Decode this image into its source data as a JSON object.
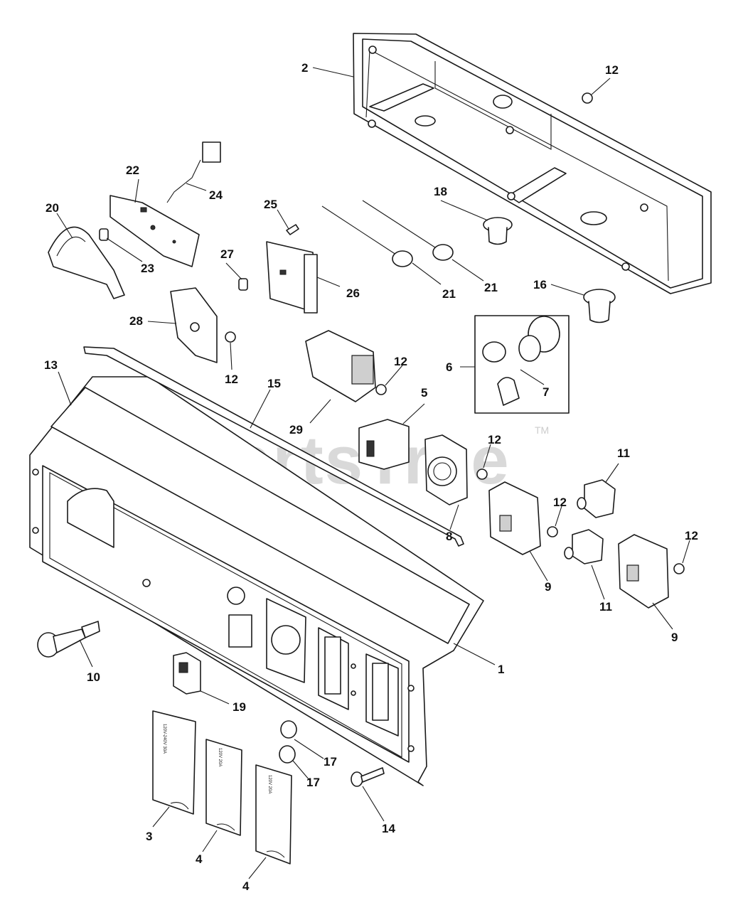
{
  "watermark": {
    "text": "PartsTree",
    "trademark": "TM"
  },
  "callouts": {
    "c1": "1",
    "c2": "2",
    "c3": "3",
    "c4a": "4",
    "c4b": "4",
    "c5": "5",
    "c6": "6",
    "c7": "7",
    "c8": "8",
    "c9a": "9",
    "c9b": "9",
    "c10": "10",
    "c11a": "11",
    "c11b": "11",
    "c12a": "12",
    "c12b": "12",
    "c12c": "12",
    "c12d": "12",
    "c12e": "12",
    "c12f": "12",
    "c13": "13",
    "c14": "14",
    "c15": "15",
    "c16": "16",
    "c17a": "17",
    "c17b": "17",
    "c18": "18",
    "c19": "19",
    "c20": "20",
    "c21a": "21",
    "c21b": "21",
    "c22": "22",
    "c23": "23",
    "c24": "24",
    "c25": "25",
    "c26": "26",
    "c27": "27",
    "c28": "28",
    "c29": "29"
  },
  "cover_labels": {
    "cover3": "120V-240V 30A",
    "cover4a": "120V 20A",
    "cover4b": "120V 20A"
  }
}
